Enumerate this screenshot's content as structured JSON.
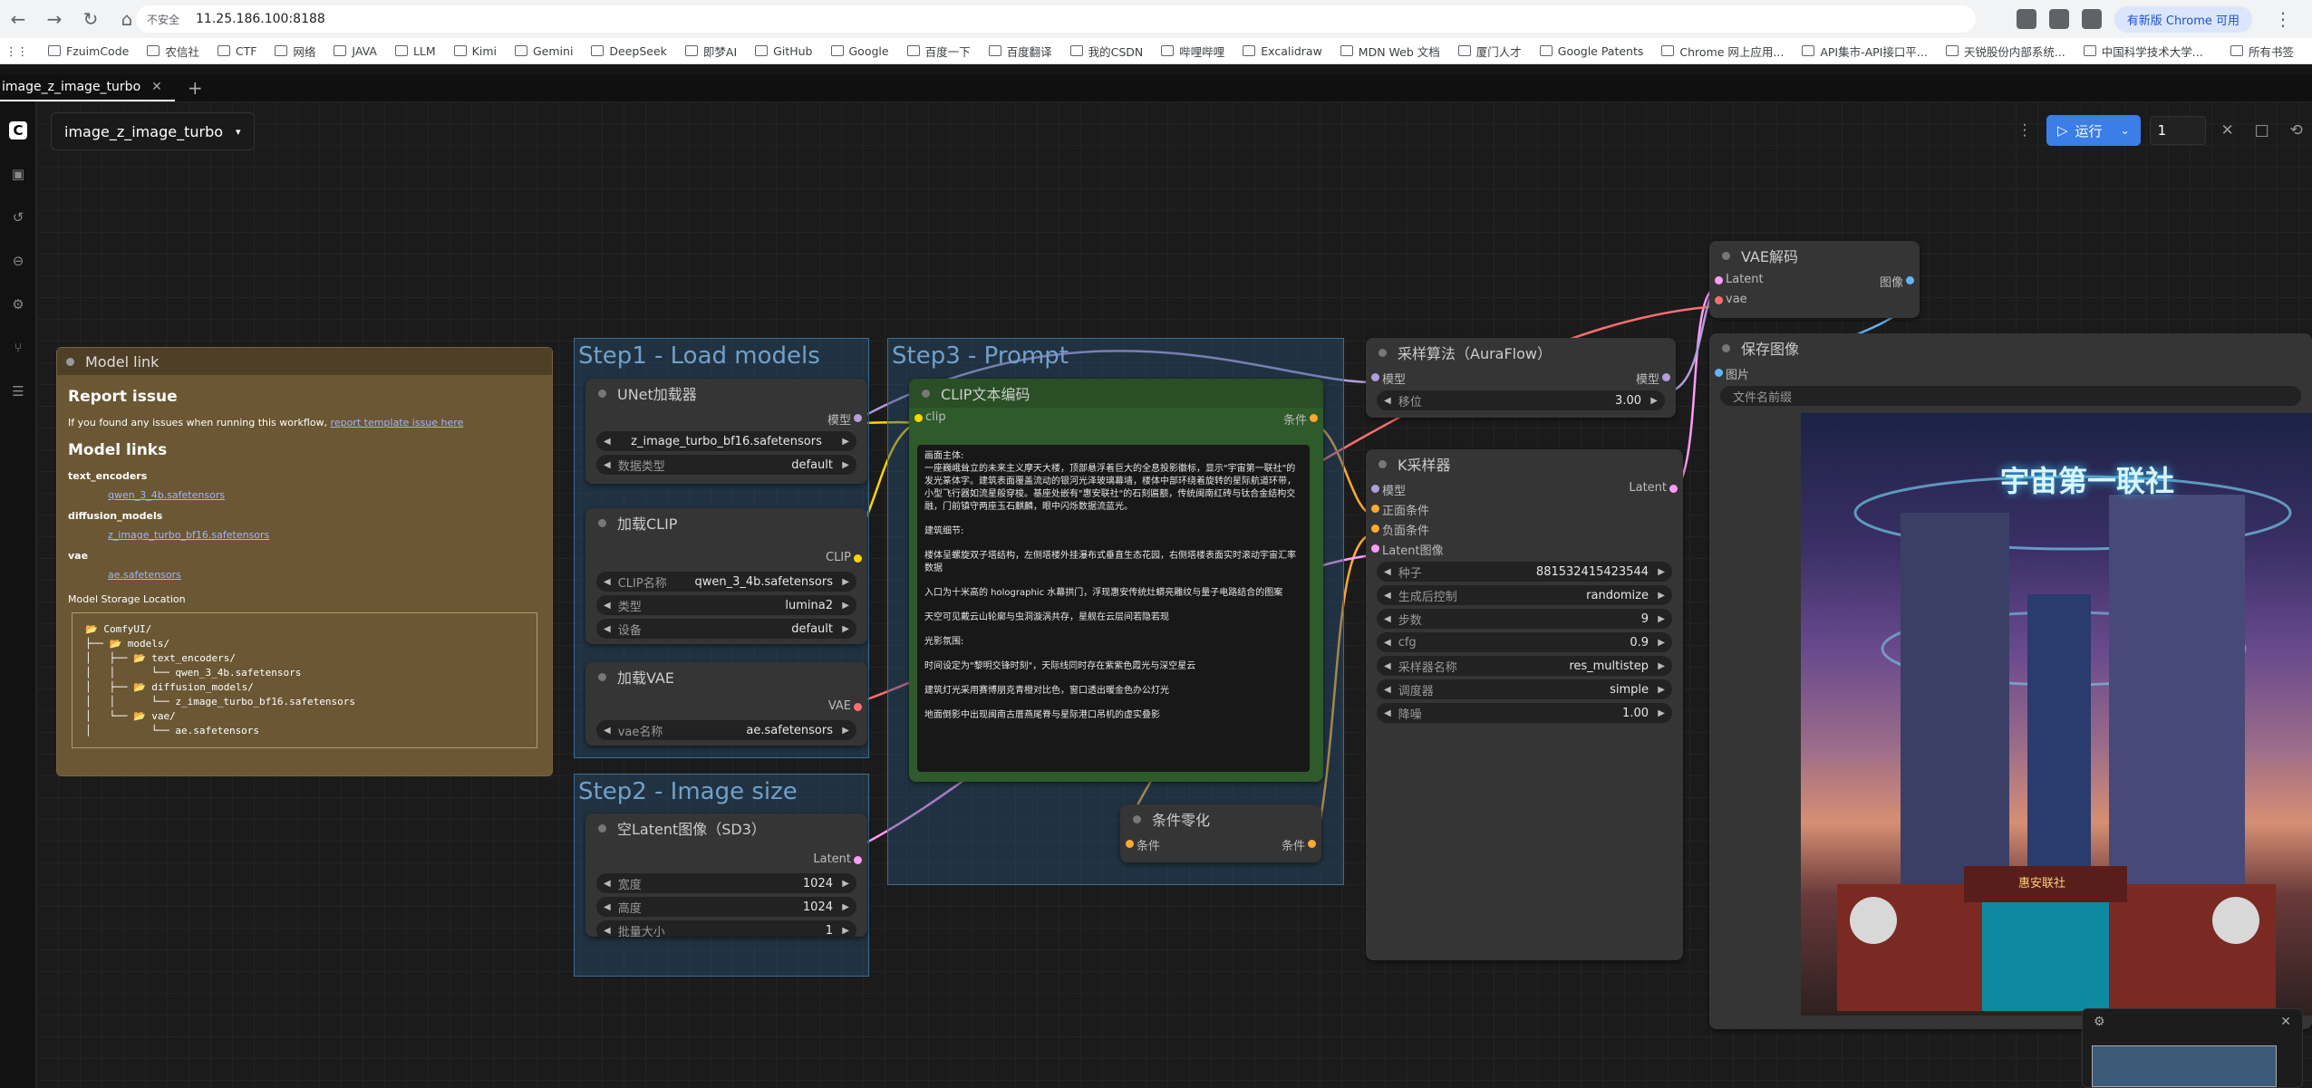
{
  "browser": {
    "url": "11.25.186.100:8188",
    "security_label": "不安全",
    "update_label": "有新版 Chrome 可用",
    "bookmarks": [
      "FzuimCode",
      "农信社",
      "CTF",
      "网络",
      "JAVA",
      "LLM",
      "Kimi",
      "Gemini",
      "DeepSeek",
      "即梦AI",
      "GitHub",
      "Google",
      "百度一下",
      "百度翻译",
      "我的CSDN",
      "哔哩哔哩",
      "Excalidraw",
      "MDN Web 文档",
      "厦门人才",
      "Google Patents",
      "Chrome 网上应用...",
      "API集市-API接口平...",
      "天锐股份内部系统...",
      "中国科学技术大学..."
    ],
    "all_bookmarks": "所有书签"
  },
  "tab": {
    "title": "image_z_image_turbo"
  },
  "workflow": {
    "name": "image_z_image_turbo"
  },
  "toolbar": {
    "run_label": "运行",
    "queue_count": "1"
  },
  "note": {
    "title": "Model link",
    "report_heading": "Report issue",
    "report_text": "If you found any issues when running this workflow,",
    "report_link": "report template issue here",
    "links_heading": "Model links",
    "cat1": "text_encoders",
    "link1": "qwen_3_4b.safetensors",
    "cat2": "diffusion_models",
    "link2": "z_image_turbo_bf16.safetensors",
    "cat3": "vae",
    "link3": "ae.safetensors",
    "storage": "Model Storage Location",
    "tree": "📂 ComfyUI/\n├── 📂 models/\n│   ├── 📂 text_encoders/\n│   │      └── qwen_3_4b.safetensors\n│   ├── 📂 diffusion_models/\n│   │      └── z_image_turbo_bf16.safetensors\n│   └── 📂 vae/\n│          └── ae.safetensors"
  },
  "groups": {
    "step1": "Step1 - Load models",
    "step2": "Step2 - Image size",
    "step3": "Step3 - Prompt"
  },
  "unet": {
    "title": "UNet加载器",
    "out": "模型",
    "name": "z_image_turbo_bf16.safetensors",
    "dtype_label": "数据类型",
    "dtype": "default"
  },
  "clip_loader": {
    "title": "加载CLIP",
    "out": "CLIP",
    "name_label": "CLIP名称",
    "name": "qwen_3_4b.safetensors",
    "type_label": "类型",
    "type": "lumina2",
    "device_label": "设备",
    "device": "default"
  },
  "vae_loader": {
    "title": "加载VAE",
    "out": "VAE",
    "name_label": "vae名称",
    "name": "ae.safetensors"
  },
  "latent": {
    "title": "空Latent图像（SD3）",
    "out": "Latent",
    "w_label": "宽度",
    "w": "1024",
    "h_label": "高度",
    "h": "1024",
    "b_label": "批量大小",
    "b": "1"
  },
  "clip_encode": {
    "title": "CLIP文本编码",
    "in": "clip",
    "out": "条件",
    "prompt": [
      "画面主体:\n一座巍峨耸立的未来主义摩天大楼，顶部悬浮着巨大的全息投影徽标，显示\"宇宙第一联社\"的发光篆体字。建筑表面覆盖流动的银河光泽玻璃幕墙，楼体中部环绕着旋转的星际航道环带，小型飞行器如流星般穿梭。基座处嵌有\"惠安联社\"的石刻匾额，传统闽南红砖与钛合金结构交融，门前镇守两座玉石麒麟，眼中闪烁数据流蓝光。",
      "建筑细节:",
      "楼体呈螺旋双子塔结构，左侧塔楼外挂瀑布式垂直生态花园，右侧塔楼表面实时滚动宇宙汇率数据",
      "入口为十米高的 holographic 水幕拱门，浮现惠安传统灶蟒亮雕纹与量子电路结合的图案",
      "天空可见戴云山轮廓与虫洞漩涡共存，星舰在云层间若隐若现",
      "光影氛围:",
      "时间设定为\"黎明交锋时刻\"，天际线同时存在紫紫色霞光与深空星云",
      "建筑灯光采用赛博朋克青橙对比色，窗口透出暖金色办公灯光",
      "地面倒影中出现闽南古厝燕尾脊与星际港口吊机的虚实叠影"
    ]
  },
  "zero": {
    "title": "条件零化",
    "in": "条件",
    "out": "条件"
  },
  "aura": {
    "title": "采样算法（AuraFlow）",
    "in": "模型",
    "out": "模型",
    "shift_label": "移位",
    "shift": "3.00"
  },
  "ksampler": {
    "title": "K采样器",
    "in_model": "模型",
    "in_pos": "正面条件",
    "in_neg": "负面条件",
    "in_latent": "Latent图像",
    "out": "Latent",
    "seed_label": "种子",
    "seed": "881532415423544",
    "ctrl_label": "生成后控制",
    "ctrl": "randomize",
    "steps_label": "步数",
    "steps": "9",
    "cfg_label": "cfg",
    "cfg": "0.9",
    "sampler_label": "采样器名称",
    "sampler": "res_multistep",
    "sched_label": "调度器",
    "sched": "simple",
    "denoise_label": "降噪",
    "denoise": "1.00"
  },
  "vae_decode": {
    "title": "VAE解码",
    "in_latent": "Latent",
    "in_vae": "vae",
    "out": "图像"
  },
  "save": {
    "title": "保存图像",
    "in": "图片",
    "prefix_label": "文件名前缀"
  },
  "image": {
    "sign_text": "宇宙第一联社",
    "plaque": "惠安联社"
  },
  "colors": {
    "model": "#b39ddb",
    "clip": "#ffd500",
    "vae": "#ff6e6e",
    "latent": "#ff9cf9",
    "cond": "#ffa931",
    "image": "#64b5f6",
    "accent": "#3b7ee8"
  }
}
